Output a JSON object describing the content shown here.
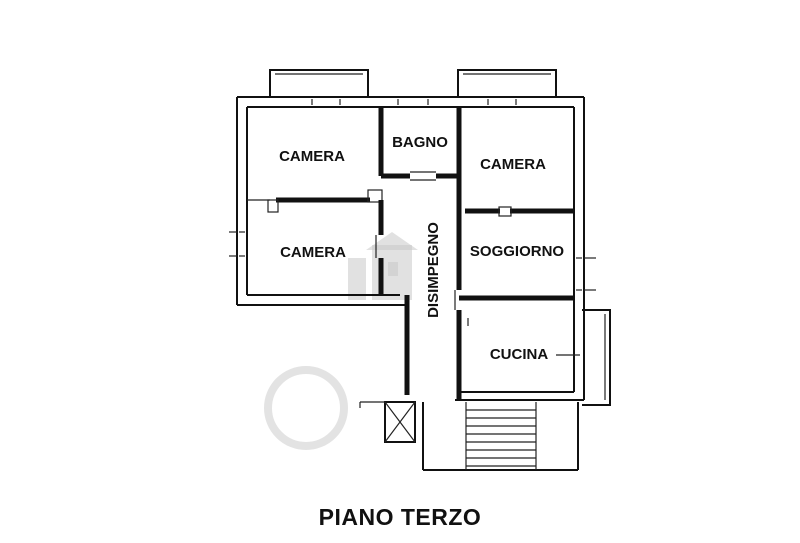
{
  "rooms": {
    "camera_top_left": "CAMERA",
    "bagno": "BAGNO",
    "camera_top_right": "CAMERA",
    "camera_left": "CAMERA",
    "disimpegno": "DISIMPEGNO",
    "soggiorno": "SOGGIORNO",
    "cucina": "CUCINA"
  },
  "floor_title": "PIANO TERZO"
}
